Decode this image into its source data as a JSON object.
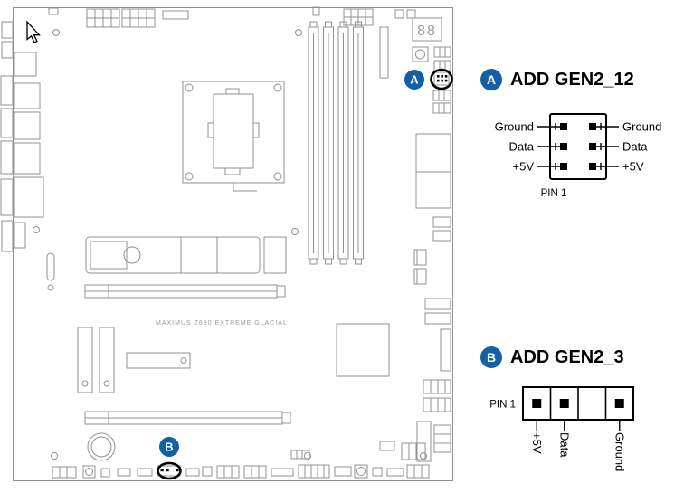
{
  "colors": {
    "accent": "#1460a6",
    "board_line": "#919191",
    "ink": "#000000",
    "label_gray": "#9a9a9a"
  },
  "board": {
    "name": "MAXIMUS Z690 EXTREME GLACIAL",
    "qcode": "88"
  },
  "callout_a": {
    "letter": "A",
    "title": "ADD GEN2_12"
  },
  "callout_b": {
    "letter": "B",
    "title": "ADD GEN2_3"
  },
  "header_a": {
    "pin1": "PIN 1",
    "left_labels": [
      "Ground",
      "Data",
      "+5V"
    ],
    "right_labels": [
      "Ground",
      "Data",
      "+5V"
    ]
  },
  "header_b": {
    "pin1": "PIN 1",
    "pin_labels": [
      "+5V",
      "Data",
      "Ground"
    ]
  }
}
